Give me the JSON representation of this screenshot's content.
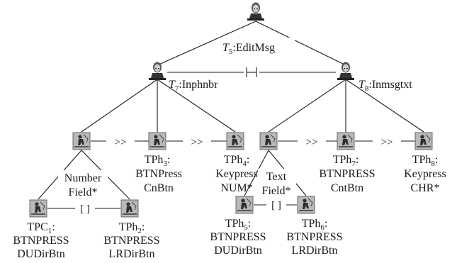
{
  "nodes": {
    "root": {
      "name": "T",
      "sub": "5",
      "label": ":EditMsg"
    },
    "left": {
      "name": "T",
      "sub": "7",
      "label": ":Inphnbr"
    },
    "right": {
      "name": "T",
      "sub": "8",
      "label": ":Inmsgtxt"
    },
    "tph1": {
      "name": "TPC",
      "sub": "1",
      "line1": ":",
      "line2": "BTNPRESS",
      "line3": "DUDirBtn"
    },
    "tph2": {
      "name": "TPh",
      "sub": "2",
      "line1": ":",
      "line2": "BTNPRESS",
      "line3": "LRDirBtn"
    },
    "tph3": {
      "line1": "TPh",
      "sub": "3",
      "colon": ":",
      "line2": "BTNPress",
      "line3": "CnBtn"
    },
    "tph4": {
      "line1": "TPh",
      "sub": "4",
      "colon": ":",
      "line2": "Keypress",
      "line3": "NUM*"
    },
    "tph5": {
      "name": "TPh",
      "sub": "5",
      "line1": ":",
      "line2": "BTNPRESS",
      "line3": "DUDirBtn"
    },
    "tph6": {
      "name": "TPh",
      "sub": "6",
      "line1": ":",
      "line2": "BTNPRESS",
      "line3": "LRDirBtn"
    },
    "tph7": {
      "line1": "TPh",
      "sub": "7",
      "colon": ":",
      "line2": "BTNPRESS",
      "line3": "CntBtn"
    },
    "tph8": {
      "line1": "TPh",
      "sub": "8",
      "colon": ":",
      "line2": "Keypress",
      "line3": "CHR*"
    }
  },
  "groups": {
    "number_field": {
      "line1": "Number",
      "line2": "Field*"
    },
    "text_field": {
      "line1": "Text",
      "line2": "Field*"
    }
  },
  "operators": {
    "enabling": ">>",
    "interleave": "[ ]"
  },
  "icons": {
    "user": "user-icon",
    "task": "interaction-task-icon"
  }
}
